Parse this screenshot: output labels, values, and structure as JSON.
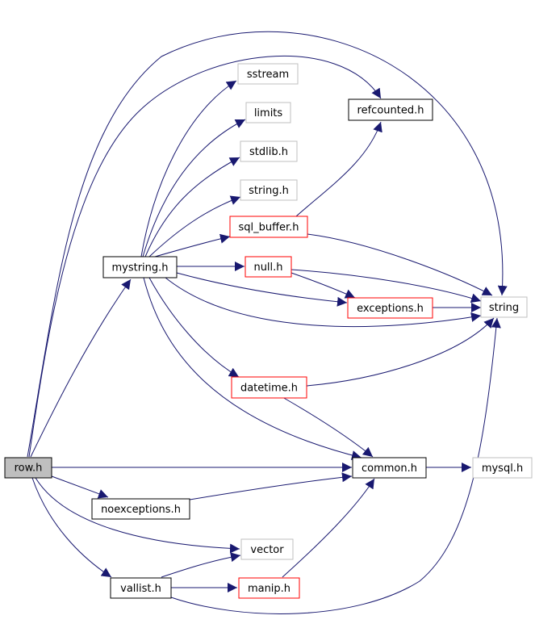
{
  "colors": {
    "edge": "#191970",
    "border_internal": "#000000",
    "border_external": "#bfbfbf",
    "border_incomplete": "#ff0000",
    "fill_root": "#bfbfbf",
    "fill_default": "#ffffff"
  },
  "nodes": [
    {
      "id": "row_h",
      "label": "row.h",
      "style": "root"
    },
    {
      "id": "mystring_h",
      "label": "mystring.h",
      "style": "internal"
    },
    {
      "id": "sstream",
      "label": "sstream",
      "style": "external"
    },
    {
      "id": "limits",
      "label": "limits",
      "style": "external"
    },
    {
      "id": "stdlib_h",
      "label": "stdlib.h",
      "style": "external"
    },
    {
      "id": "string_h",
      "label": "string.h",
      "style": "external"
    },
    {
      "id": "refcounted_h",
      "label": "refcounted.h",
      "style": "internal"
    },
    {
      "id": "sql_buffer_h",
      "label": "sql_buffer.h",
      "style": "incomplete"
    },
    {
      "id": "null_h",
      "label": "null.h",
      "style": "incomplete"
    },
    {
      "id": "exceptions_h",
      "label": "exceptions.h",
      "style": "incomplete"
    },
    {
      "id": "string",
      "label": "string",
      "style": "external"
    },
    {
      "id": "datetime_h",
      "label": "datetime.h",
      "style": "incomplete"
    },
    {
      "id": "common_h",
      "label": "common.h",
      "style": "internal"
    },
    {
      "id": "mysql_h",
      "label": "mysql.h",
      "style": "external"
    },
    {
      "id": "noexceptions_h",
      "label": "noexceptions.h",
      "style": "internal"
    },
    {
      "id": "vector",
      "label": "vector",
      "style": "external"
    },
    {
      "id": "vallist_h",
      "label": "vallist.h",
      "style": "internal"
    },
    {
      "id": "manip_h",
      "label": "manip.h",
      "style": "incomplete"
    }
  ],
  "edges": [
    [
      "row_h",
      "mystring_h"
    ],
    [
      "row_h",
      "refcounted_h"
    ],
    [
      "row_h",
      "string"
    ],
    [
      "row_h",
      "common_h"
    ],
    [
      "row_h",
      "noexceptions_h"
    ],
    [
      "row_h",
      "vector"
    ],
    [
      "row_h",
      "vallist_h"
    ],
    [
      "mystring_h",
      "sstream"
    ],
    [
      "mystring_h",
      "limits"
    ],
    [
      "mystring_h",
      "stdlib_h"
    ],
    [
      "mystring_h",
      "string_h"
    ],
    [
      "mystring_h",
      "sql_buffer_h"
    ],
    [
      "mystring_h",
      "null_h"
    ],
    [
      "mystring_h",
      "exceptions_h"
    ],
    [
      "mystring_h",
      "string"
    ],
    [
      "mystring_h",
      "datetime_h"
    ],
    [
      "mystring_h",
      "common_h"
    ],
    [
      "sql_buffer_h",
      "refcounted_h"
    ],
    [
      "sql_buffer_h",
      "string"
    ],
    [
      "null_h",
      "exceptions_h"
    ],
    [
      "null_h",
      "string"
    ],
    [
      "exceptions_h",
      "string"
    ],
    [
      "datetime_h",
      "string"
    ],
    [
      "datetime_h",
      "common_h"
    ],
    [
      "common_h",
      "mysql_h"
    ],
    [
      "noexceptions_h",
      "common_h"
    ],
    [
      "vallist_h",
      "vector"
    ],
    [
      "vallist_h",
      "manip_h"
    ],
    [
      "vallist_h",
      "string"
    ],
    [
      "manip_h",
      "common_h"
    ]
  ]
}
